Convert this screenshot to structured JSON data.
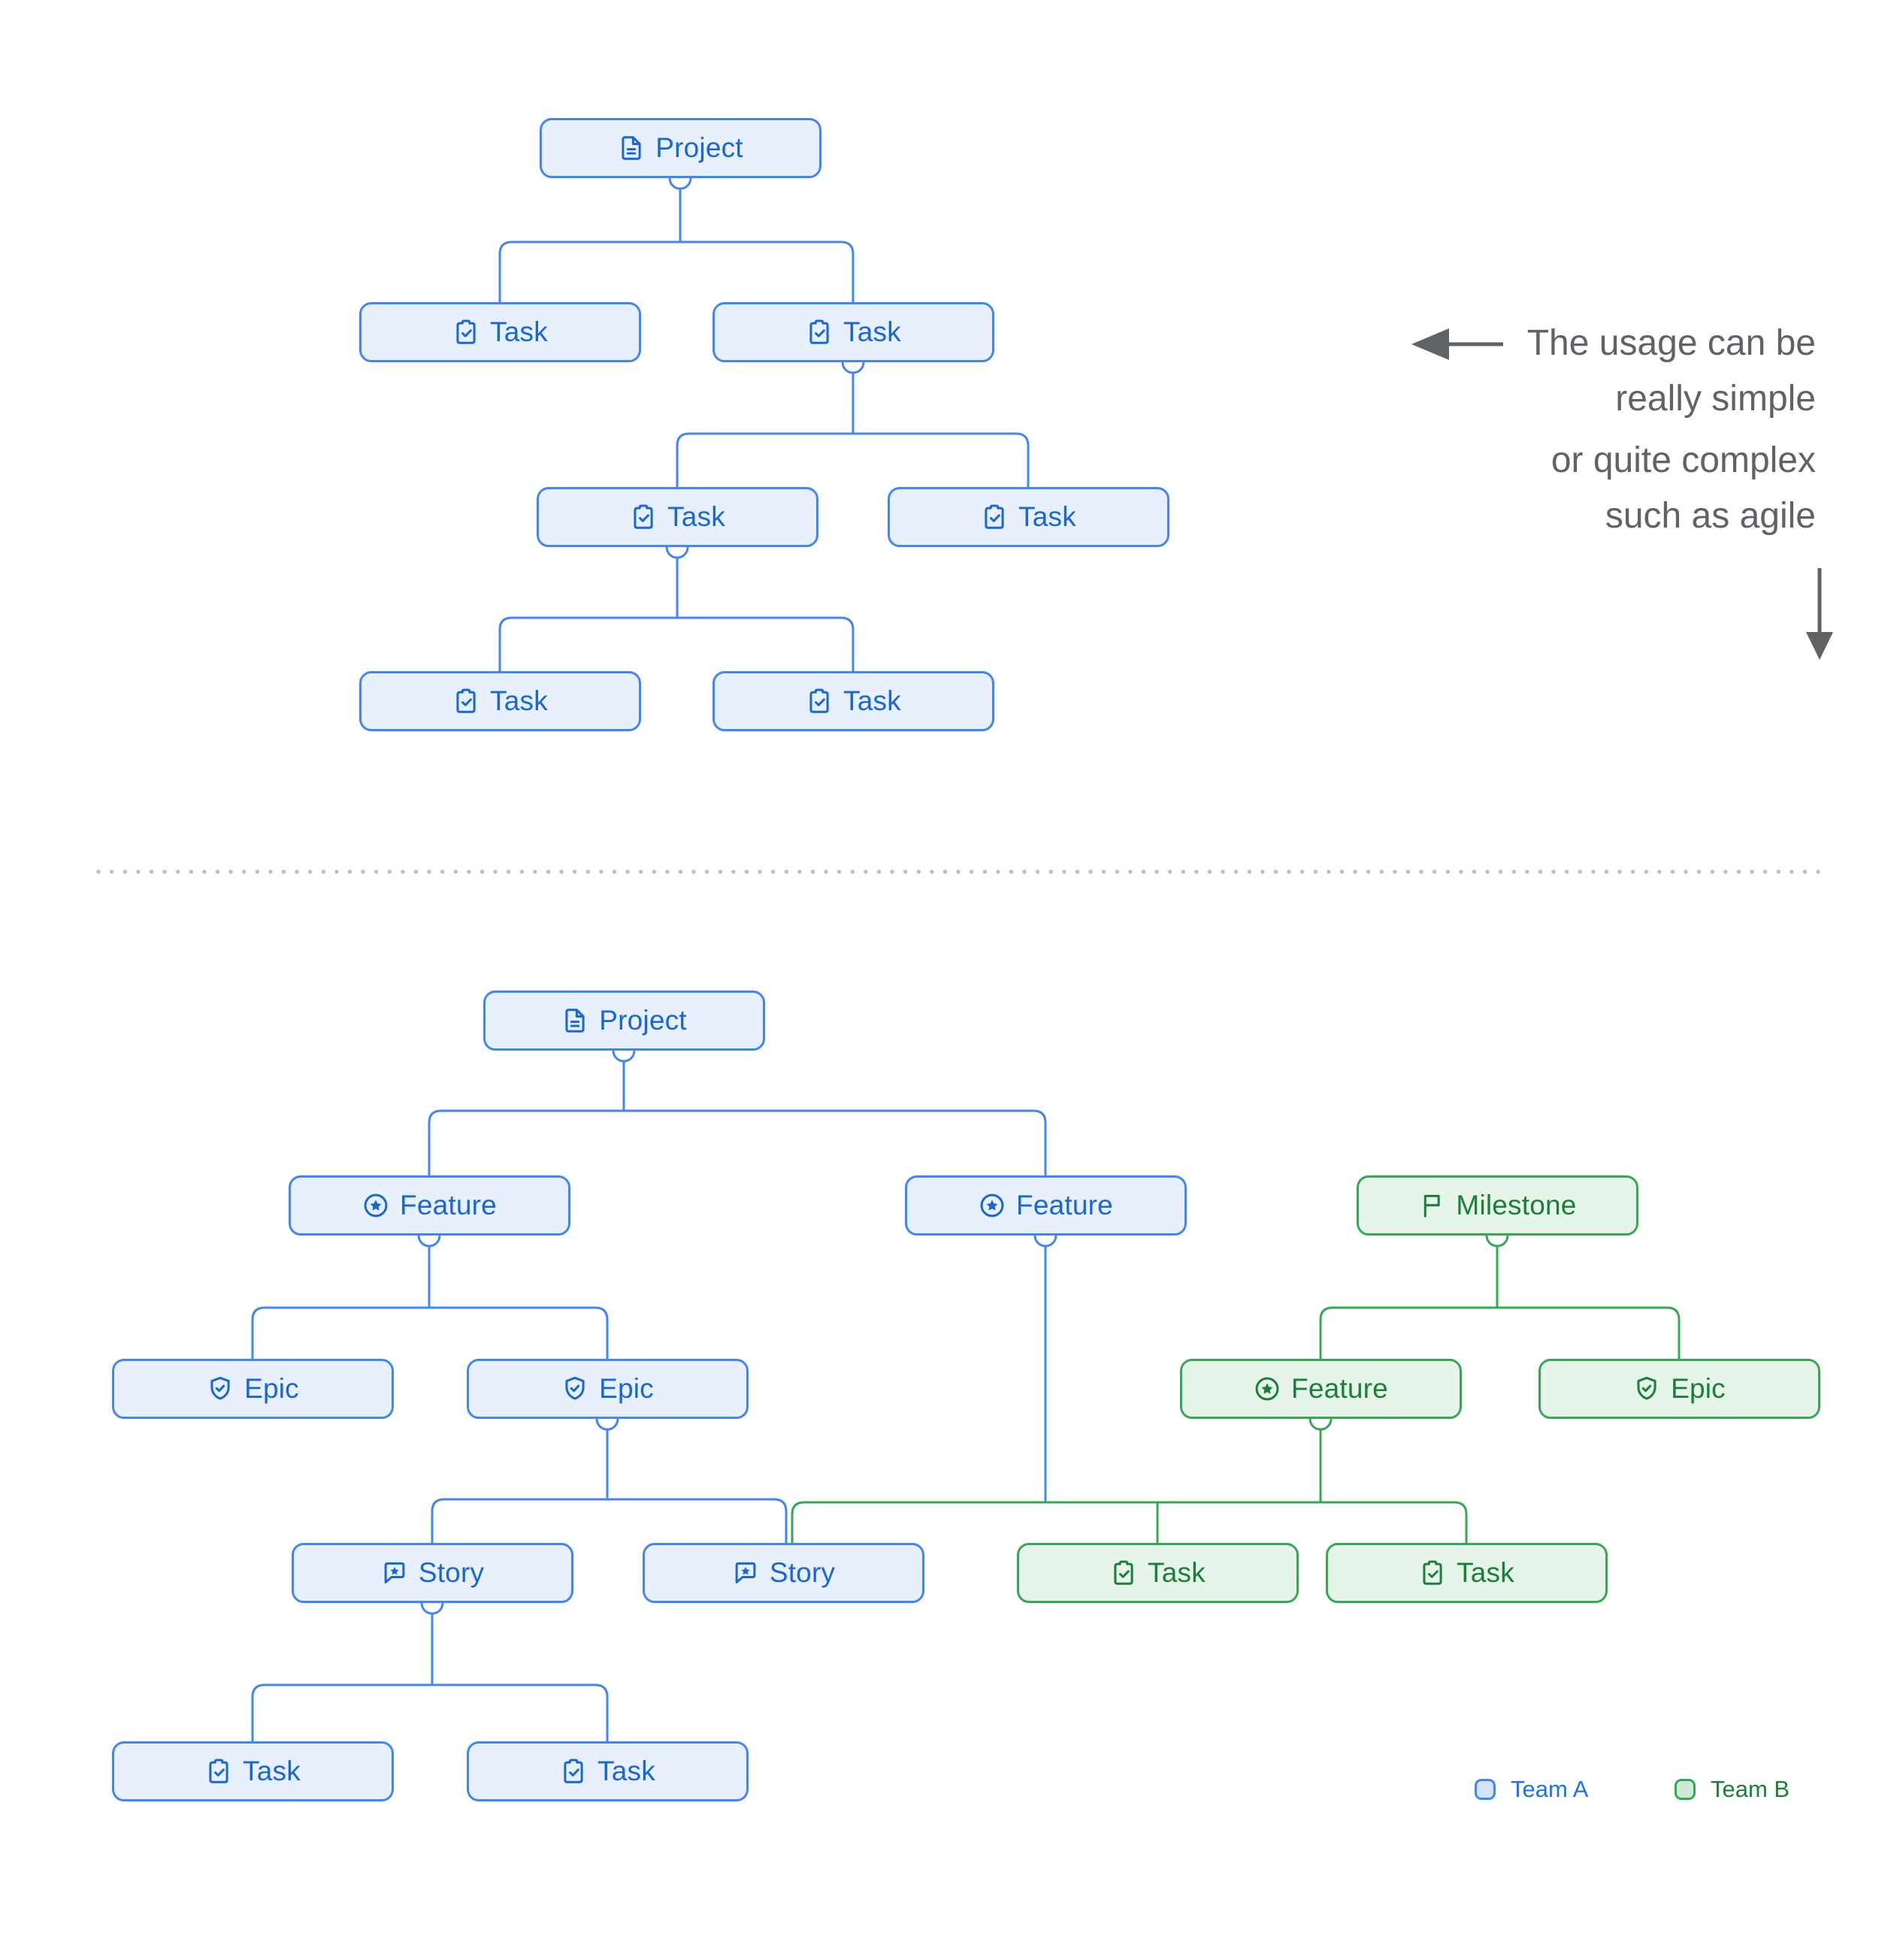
{
  "colors": {
    "team_a_border": "#4285f4",
    "team_a_fill": "#e8f0fe",
    "team_a_text": "#1967d2",
    "team_b_border": "#34a853",
    "team_b_fill": "#e6f4ea",
    "team_b_text": "#188038",
    "annotation_text": "#5f6368",
    "divider_dots": "#bdc1c6"
  },
  "annotation": {
    "line1": "The usage can be",
    "line2": "really simple",
    "line3": "or quite complex",
    "line4": "such as agile"
  },
  "legend": {
    "team_a_label": "Team A",
    "team_b_label": "Team B"
  },
  "nodes": {
    "simple_project": {
      "label": "Project",
      "icon": "document-icon",
      "team": "A"
    },
    "simple_task_1": {
      "label": "Task",
      "icon": "clipboard-check-icon",
      "team": "A"
    },
    "simple_task_2": {
      "label": "Task",
      "icon": "clipboard-check-icon",
      "team": "A"
    },
    "simple_task_3": {
      "label": "Task",
      "icon": "clipboard-check-icon",
      "team": "A"
    },
    "simple_task_4": {
      "label": "Task",
      "icon": "clipboard-check-icon",
      "team": "A"
    },
    "simple_task_5": {
      "label": "Task",
      "icon": "clipboard-check-icon",
      "team": "A"
    },
    "simple_task_6": {
      "label": "Task",
      "icon": "clipboard-check-icon",
      "team": "A"
    },
    "complex_project": {
      "label": "Project",
      "icon": "document-icon",
      "team": "A"
    },
    "complex_feature_1": {
      "label": "Feature",
      "icon": "star-circle-icon",
      "team": "A"
    },
    "complex_feature_2": {
      "label": "Feature",
      "icon": "star-circle-icon",
      "team": "A"
    },
    "complex_milestone": {
      "label": "Milestone",
      "icon": "flag-icon",
      "team": "B"
    },
    "complex_epic_1": {
      "label": "Epic",
      "icon": "shield-check-icon",
      "team": "A"
    },
    "complex_epic_2": {
      "label": "Epic",
      "icon": "shield-check-icon",
      "team": "A"
    },
    "complex_feature_3": {
      "label": "Feature",
      "icon": "star-circle-icon",
      "team": "B"
    },
    "complex_epic_3": {
      "label": "Epic",
      "icon": "shield-check-icon",
      "team": "B"
    },
    "complex_story_1": {
      "label": "Story",
      "icon": "message-star-icon",
      "team": "A"
    },
    "complex_story_2": {
      "label": "Story",
      "icon": "message-star-icon",
      "team": "A"
    },
    "complex_task_g1": {
      "label": "Task",
      "icon": "clipboard-check-icon",
      "team": "B"
    },
    "complex_task_g2": {
      "label": "Task",
      "icon": "clipboard-check-icon",
      "team": "B"
    },
    "complex_task_b1": {
      "label": "Task",
      "icon": "clipboard-check-icon",
      "team": "A"
    },
    "complex_task_b2": {
      "label": "Task",
      "icon": "clipboard-check-icon",
      "team": "A"
    }
  }
}
